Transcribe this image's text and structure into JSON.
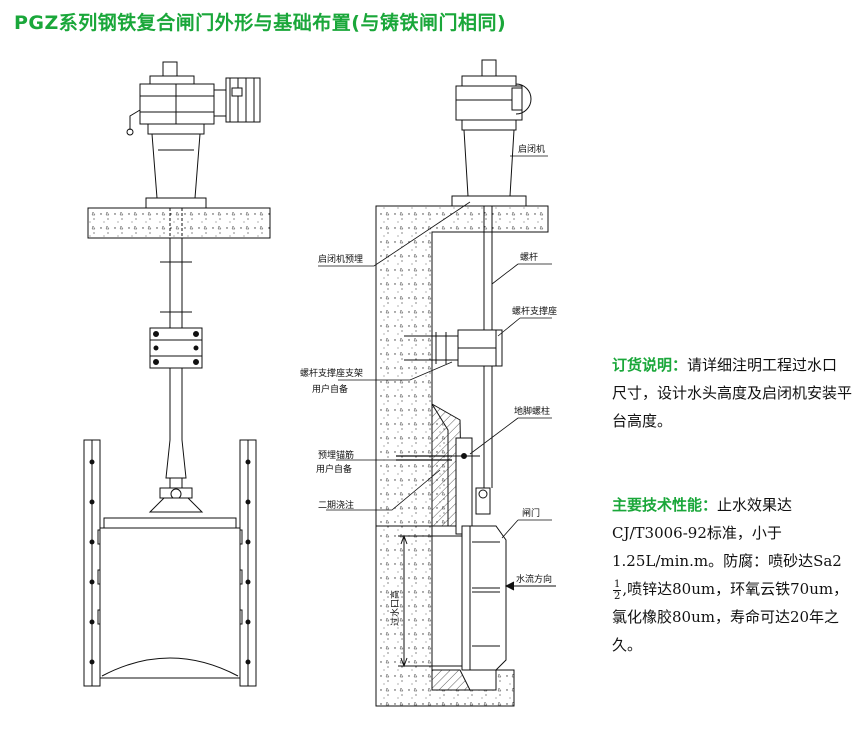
{
  "title": "PGZ系列钢铁复合闸门外形与基础布置(与铸铁闸门相同)",
  "labels": {
    "hoist": "启闭机",
    "hoist_embed": "启闭机预埋",
    "screw_rod": "螺杆",
    "rod_support": "螺杆支撑座",
    "support_bracket_line1": "螺杆支撑座支架",
    "support_bracket_line2": "用户自备",
    "anchor_bolt": "地脚螺柱",
    "embed_rebar_line1": "预埋锚筋",
    "embed_rebar_line2": "用户自备",
    "second_pour": "二期浇注",
    "gate": "闸门",
    "flow_direction": "水流方向",
    "opening_height": "过水口高"
  },
  "order_note": {
    "heading": "订货说明",
    "colon": "：",
    "text": "请详细注明工程过水口尺寸，设计水头高度及启闭机安装平台高度。"
  },
  "tech_note": {
    "heading": "主要技术性能",
    "colon": "：",
    "text_a": "止水效果达CJ/T3006-92标准，小于1.25L/min.m。防腐：喷砂达Sa2",
    "frac_num": "1",
    "frac_den": "2",
    "text_b": ",喷锌达80um，环氧云铁70um，氯化橡胶80um，寿命可达20年之久。"
  },
  "colors": {
    "accent": "#1aa73a",
    "ink": "#111111"
  }
}
